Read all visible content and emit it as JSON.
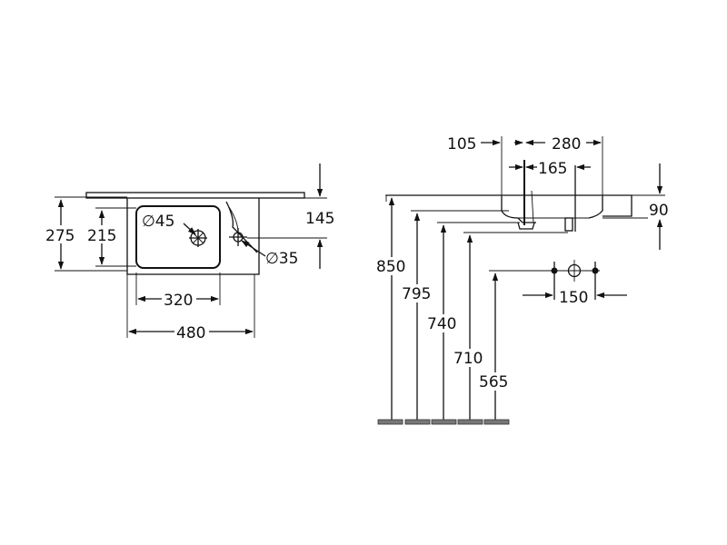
{
  "top_view": {
    "width_overall": "480",
    "width_bowl": "320",
    "depth_overall": "275",
    "depth_bowl": "215",
    "tap_offset": "145",
    "tap_hole": "∅45",
    "overflow_hole": "∅35"
  },
  "side_view": {
    "edge_offset": "105",
    "tap_span": "280",
    "waste_offset": "165",
    "basin_height": "90",
    "rim_height": "850",
    "bowl_height": "795",
    "waste_height": "740",
    "trap_height": "710",
    "supply_height": "565",
    "supply_spacing": "150"
  }
}
